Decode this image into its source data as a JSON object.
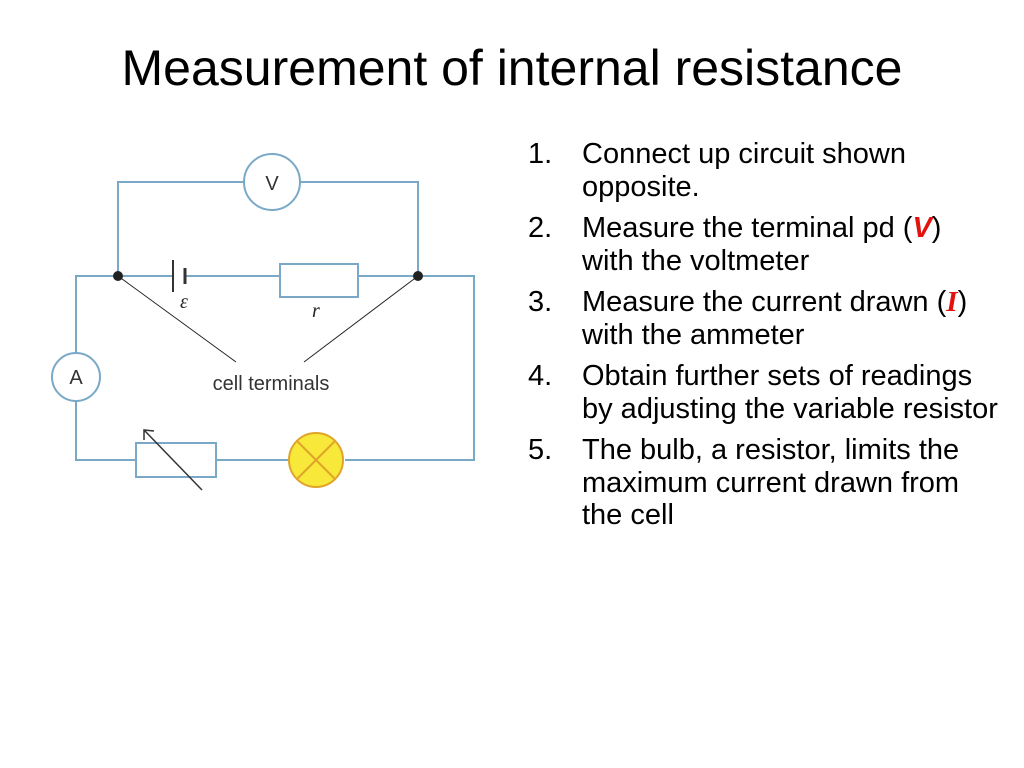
{
  "slide": {
    "title": "Measurement of internal resistance"
  },
  "diagram": {
    "voltmeter_label": "V",
    "ammeter_label": "A",
    "emf_label": "ε",
    "internal_resistance_label": "r",
    "cell_terminals_label": "cell terminals",
    "colors": {
      "wire": "#79a9c6",
      "bulb_fill": "#f7e83a",
      "bulb_stroke": "#e0a42a"
    }
  },
  "steps": [
    {
      "num": "1.",
      "text": "Connect up circuit shown opposite."
    },
    {
      "num": "2.",
      "before": "Measure the terminal pd (",
      "symbol": "V",
      "after": ") with the voltmeter"
    },
    {
      "num": "3.",
      "before": "Measure the current drawn (",
      "symbol": "I",
      "after": ") with the ammeter"
    },
    {
      "num": "4.",
      "text": "Obtain further sets of readings by adjusting the variable resistor"
    },
    {
      "num": "5.",
      "text": "The bulb, a resistor, limits the maximum current drawn from the cell"
    }
  ],
  "symbol_color": "#e2130f"
}
